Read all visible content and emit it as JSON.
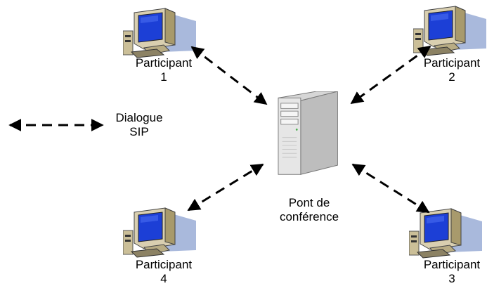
{
  "participants": [
    {
      "name": "Participant",
      "number": "1"
    },
    {
      "name": "Participant",
      "number": "2"
    },
    {
      "name": "Participant",
      "number": "3"
    },
    {
      "name": "Participant",
      "number": "4"
    }
  ],
  "bridge": {
    "line1": "Pont de",
    "line2": "conférence"
  },
  "legend": {
    "line1": "Dialogue",
    "line2": "SIP"
  },
  "icons": {
    "participant": "desktop-computer-icon",
    "bridge": "server-tower-icon"
  },
  "colors": {
    "monitor_body": "#d9cfb0",
    "monitor_screen": "#1c3fd6",
    "monitor_shadow": "#a9b9dc",
    "server_body": "#e6e6e6",
    "arrow": "#000000"
  }
}
